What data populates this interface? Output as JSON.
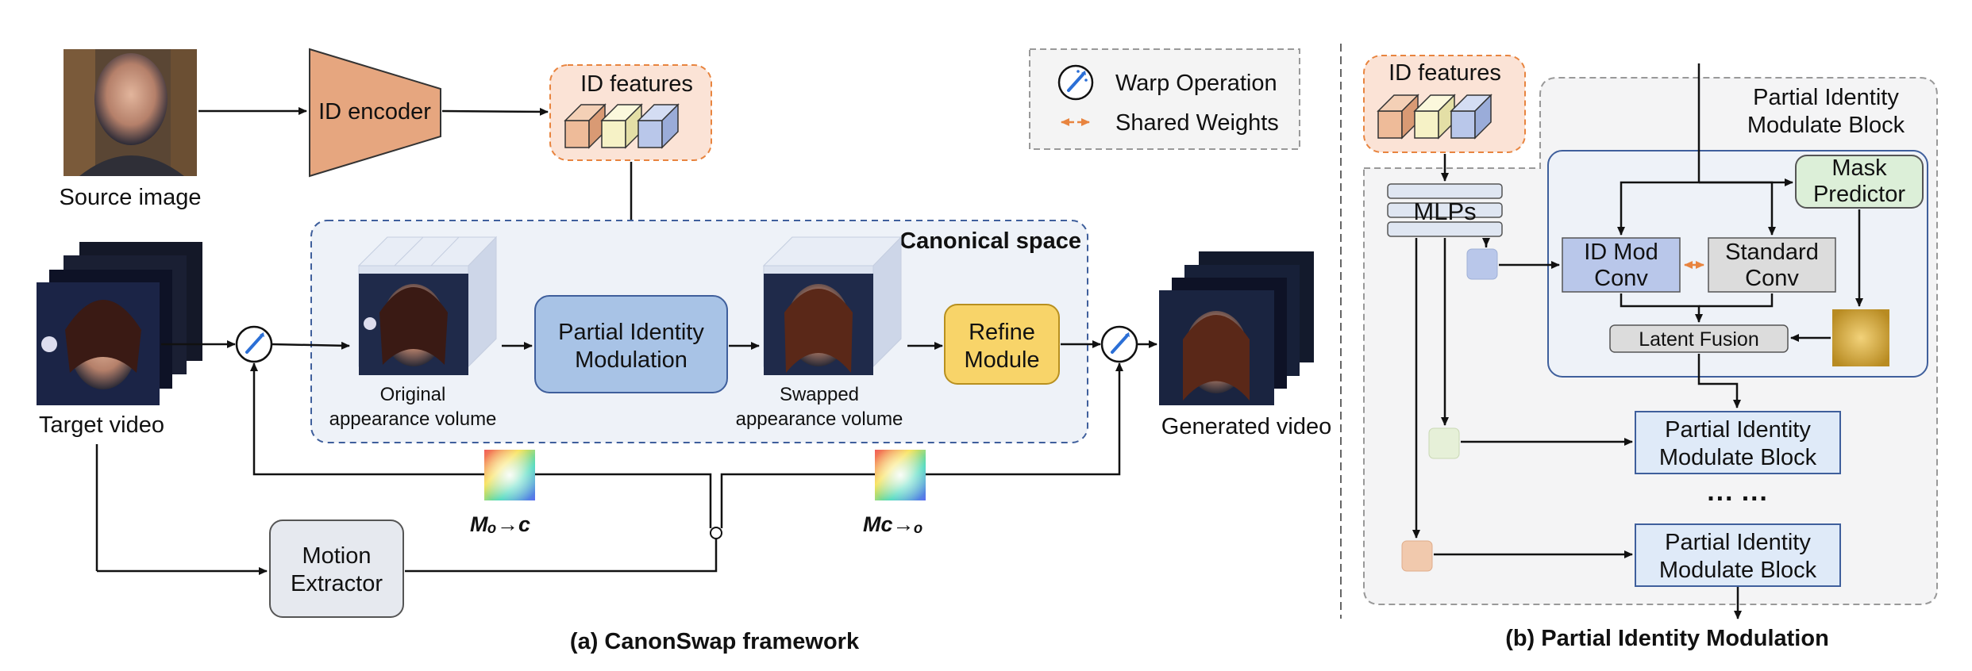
{
  "panel_a": {
    "source_image": "Source image",
    "id_encoder": "ID encoder",
    "id_features": "ID features",
    "canonical_space": "Canonical space",
    "target_video": "Target video",
    "orig_vol_l1": "Original",
    "orig_vol_l2": "appearance volume",
    "pim_l1": "Partial Identity",
    "pim_l2": "Modulation",
    "swap_vol_l1": "Swapped",
    "swap_vol_l2": "appearance volume",
    "refine_l1": "Refine",
    "refine_l2": "Module",
    "generated_video": "Generated video",
    "motion_l1": "Motion",
    "motion_l2": "Extractor",
    "m_oc": "Mₒ→c",
    "m_co": "Mc→ₒ"
  },
  "legend": {
    "warp": "Warp Operation",
    "shared": "Shared Weights"
  },
  "panel_b": {
    "id_features": "ID features",
    "block_title_l1": "Partial Identity",
    "block_title_l2": "Modulate Block",
    "mlps": "MLPs",
    "mask_l1": "Mask",
    "mask_l2": "Predictor",
    "idmod_l1": "ID Mod",
    "idmod_l2": "Conv",
    "std_l1": "Standard",
    "std_l2": "Conv",
    "latent_fusion": "Latent Fusion",
    "pimb_l1": "Partial Identity",
    "pimb_l2": "Modulate Block",
    "ellipsis": "···  ···"
  },
  "captions": {
    "a": "(a) CanonSwap framework",
    "b": "(b) Partial Identity Modulation"
  },
  "colors": {
    "encoder": "#e6a67f",
    "id_features_fill": "#fbe3d6",
    "id_features_border": "#e8843f",
    "modulation_block": "#a8c3e6",
    "refine_block": "#f8d469",
    "canonical_border": "#3f5f9c",
    "mask_predictor": "#dcefd8",
    "warp_icon": "#2b6fd6"
  }
}
